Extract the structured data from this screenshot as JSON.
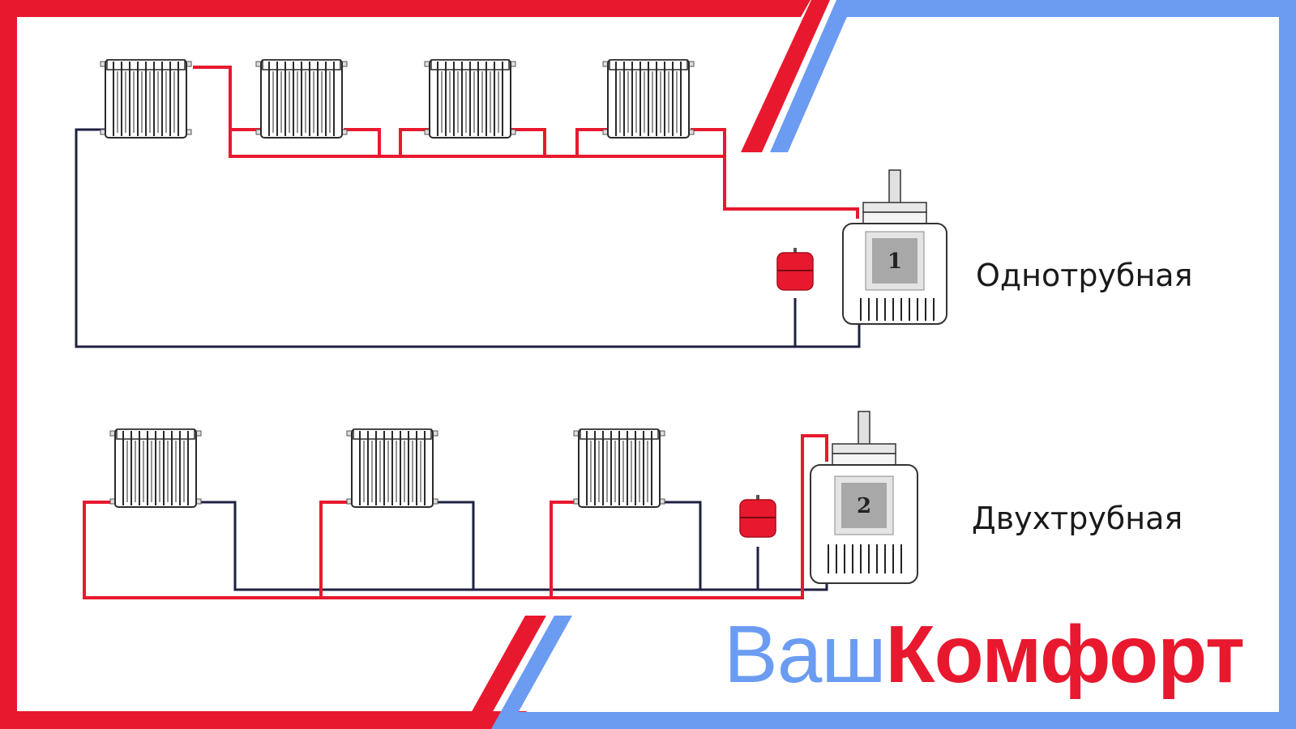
{
  "colors": {
    "red": "#e8192e",
    "blue": "#6b9cf2",
    "supply_pipe": "#e8192e",
    "return_pipe": "#1d2142",
    "tank": "#e8192e",
    "boiler_panel": "#a8a8a8"
  },
  "schemes": [
    {
      "number": "1",
      "label": "Однотрубная"
    },
    {
      "number": "2",
      "label": "Двухтрубная"
    }
  ],
  "brand": {
    "part1": "Ваш",
    "part2": "Комфорт"
  }
}
